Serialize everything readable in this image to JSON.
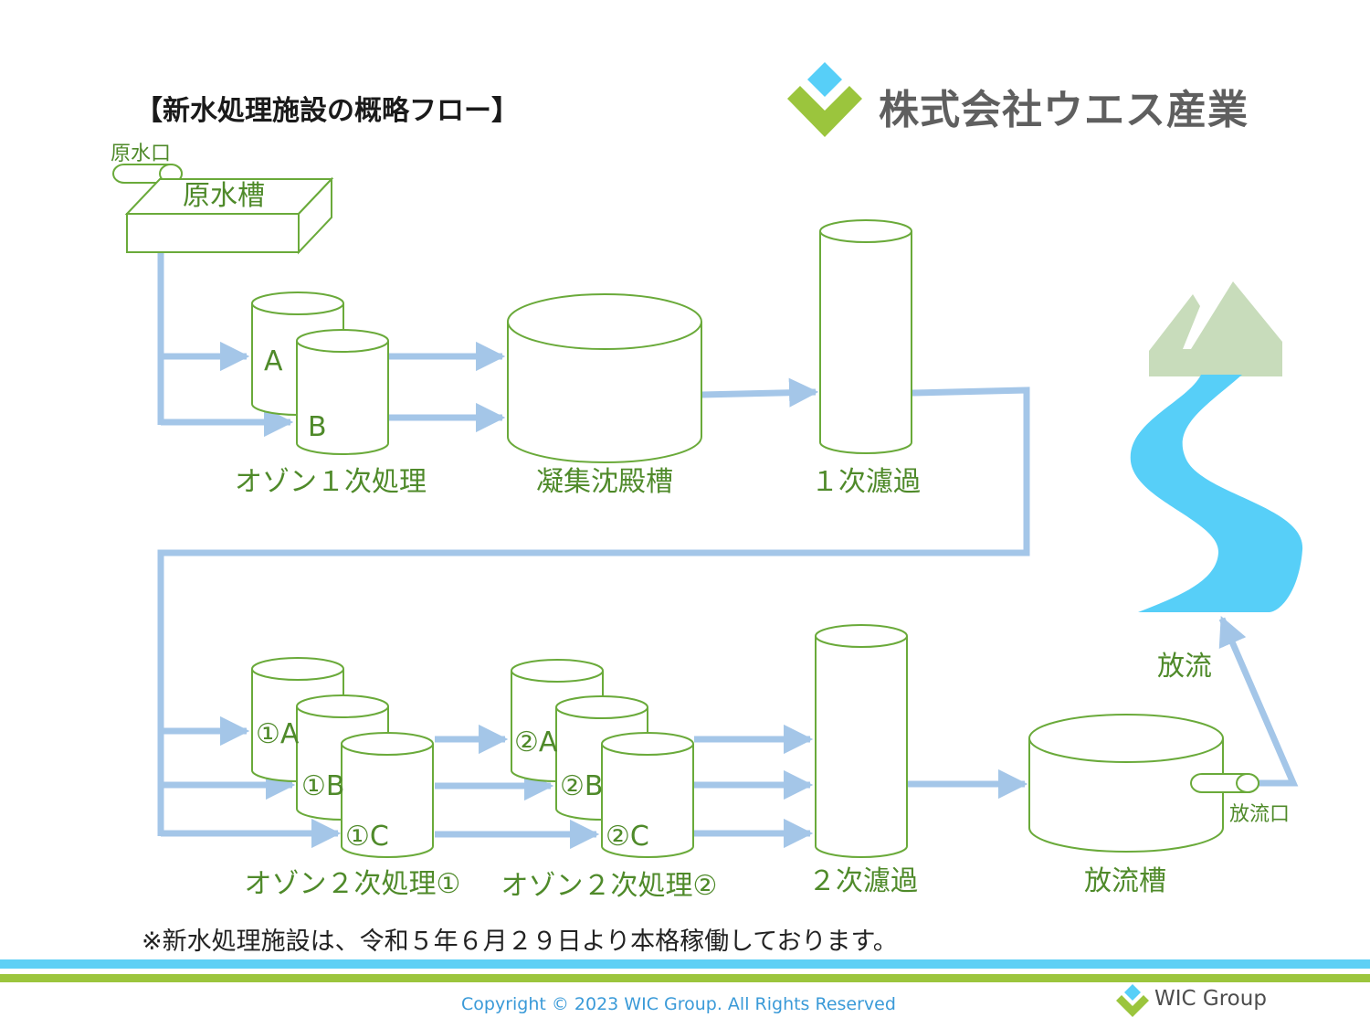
{
  "header": {
    "title": "【新水処理施設の概略フロー】",
    "company": "株式会社ウエス産業"
  },
  "diagram": {
    "raw_inlet_label": "原水口",
    "raw_tank_label": "原水槽",
    "ozone1_tanks": [
      "A",
      "B"
    ],
    "ozone1_label": "オゾン１次処理",
    "coag_label": "凝集沈殿槽",
    "filter1_label": "１次濾過",
    "ozone2a_tanks": [
      "①A",
      "①B",
      "①C"
    ],
    "ozone2a_label": "オゾン２次処理①",
    "ozone2b_tanks": [
      "②A",
      "②B",
      "②C"
    ],
    "ozone2b_label": "オゾン２次処理②",
    "filter2_label": "２次濾過",
    "discharge_tank_label": "放流槽",
    "discharge_outlet_label": "放流口",
    "discharge_label": "放流"
  },
  "footer": {
    "note": "※新水処理施設は、令和５年６月２９日より本格稼働しております。",
    "copyright": "Copyright © 2023 WIC Group. All Rights Reserved",
    "group_name": "WIC Group"
  },
  "colors": {
    "outline": "#6aaa3a",
    "label": "#4f8a2a",
    "flow": "#a4c6e8",
    "river": "#57cff8",
    "mountain": "#c8dcbb",
    "stripe_blue": "#5fd0f5",
    "stripe_green": "#9bc53d"
  }
}
